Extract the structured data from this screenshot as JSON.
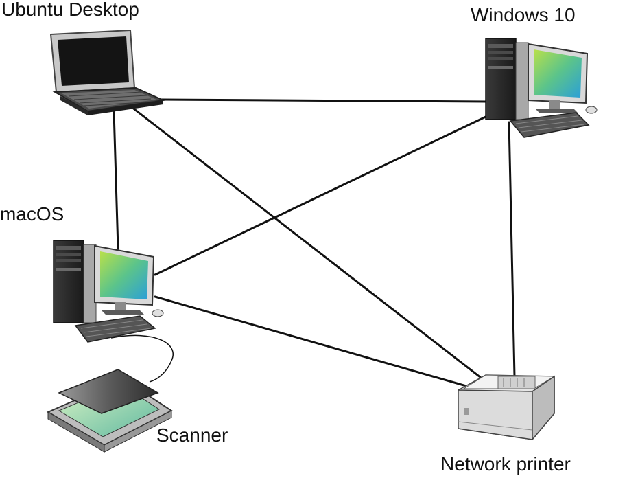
{
  "nodes": {
    "ubuntu": {
      "label": "Ubuntu Desktop",
      "icon": "laptop-icon"
    },
    "windows": {
      "label": "Windows 10",
      "icon": "desktop-computer-icon"
    },
    "macos": {
      "label": "macOS",
      "icon": "desktop-computer-icon"
    },
    "scanner": {
      "label": "Scanner",
      "icon": "flatbed-scanner-icon"
    },
    "printer": {
      "label": "Network printer",
      "icon": "printer-icon"
    }
  },
  "links": [
    {
      "from": "ubuntu",
      "to": "windows",
      "type": "network"
    },
    {
      "from": "ubuntu",
      "to": "macos",
      "type": "network"
    },
    {
      "from": "ubuntu",
      "to": "printer",
      "type": "network"
    },
    {
      "from": "windows",
      "to": "macos",
      "type": "network"
    },
    {
      "from": "windows",
      "to": "printer",
      "type": "network"
    },
    {
      "from": "macos",
      "to": "printer",
      "type": "network"
    },
    {
      "from": "macos",
      "to": "scanner",
      "type": "cable"
    }
  ],
  "colors": {
    "line": "#111111",
    "screen_green": "#8cd13a",
    "screen_blue": "#2aa7d8",
    "tower_dark": "#222222",
    "device_light": "#e6e6e6"
  }
}
